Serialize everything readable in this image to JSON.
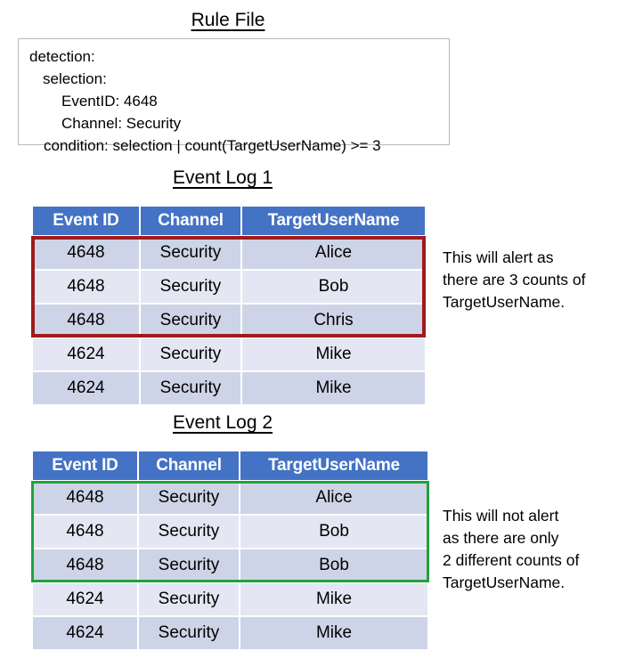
{
  "rule_file": {
    "title": "Rule File",
    "lines": [
      "detection:",
      "selection:",
      "EventID: 4648",
      "Channel: Security",
      "condition: selection | count(TargetUserName) >= 3"
    ]
  },
  "event_log_1": {
    "title": "Event Log 1",
    "columns": [
      "Event ID",
      "Channel",
      "TargetUserName"
    ],
    "rows": [
      [
        "4648",
        "Security",
        "Alice"
      ],
      [
        "4648",
        "Security",
        "Bob"
      ],
      [
        "4648",
        "Security",
        "Chris"
      ],
      [
        "4624",
        "Security",
        "Mike"
      ],
      [
        "4624",
        "Security",
        "Mike"
      ]
    ],
    "highlight": {
      "color": "#9e1b1b",
      "rows": [
        0,
        1,
        2
      ]
    },
    "annotation": "This will alert as\nthere are 3 counts of\nTargetUserName."
  },
  "event_log_2": {
    "title": "Event Log 2",
    "columns": [
      "Event ID",
      "Channel",
      "TargetUserName"
    ],
    "rows": [
      [
        "4648",
        "Security",
        "Alice"
      ],
      [
        "4648",
        "Security",
        "Bob"
      ],
      [
        "4648",
        "Security",
        "Bob"
      ],
      [
        "4624",
        "Security",
        "Mike"
      ],
      [
        "4624",
        "Security",
        "Mike"
      ]
    ],
    "highlight": {
      "color": "#21a13e",
      "rows": [
        0,
        1,
        2
      ]
    },
    "annotation": "This will not alert\nas there are only\n2 different counts of\nTargetUserName."
  },
  "colors": {
    "header_blue": "#4472c4",
    "row_dark": "#ced4e7",
    "row_light": "#e4e7f3",
    "alert_red": "#9e1b1b",
    "ok_green": "#21a13e",
    "box_border": "#b9b9b9"
  }
}
